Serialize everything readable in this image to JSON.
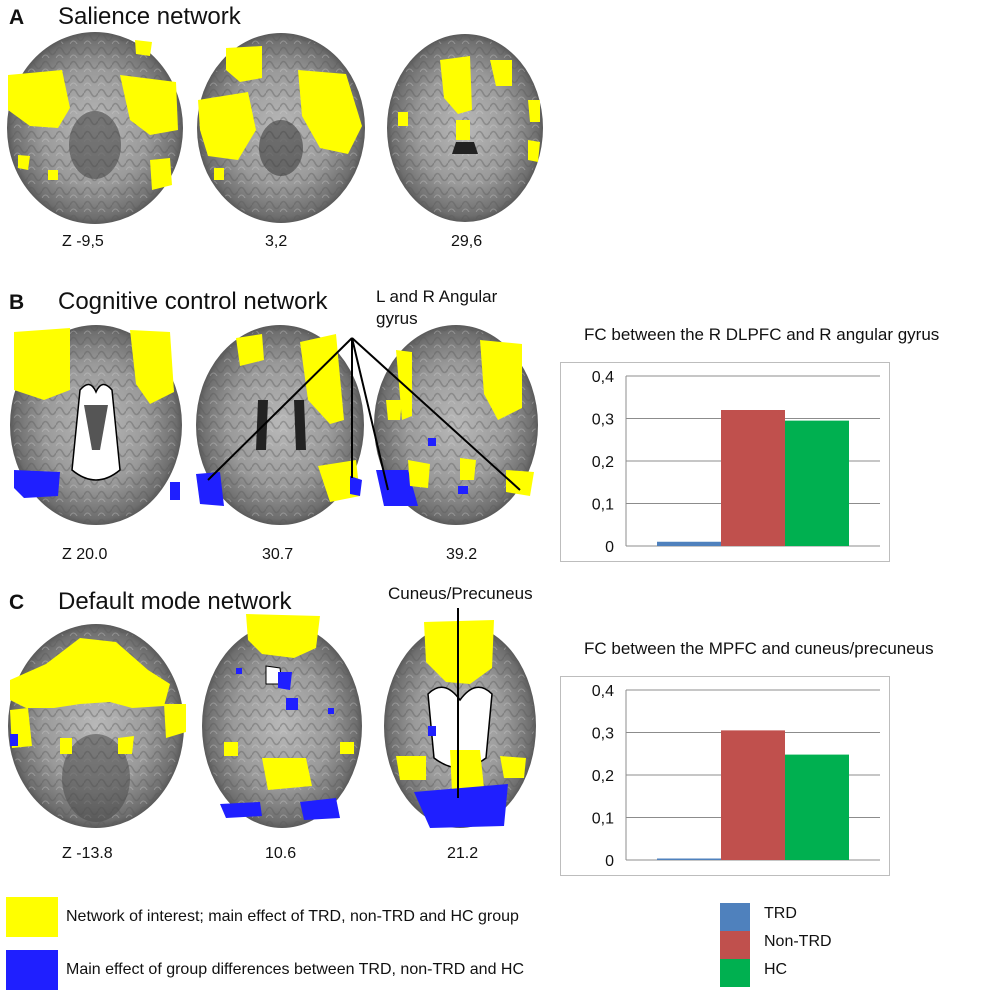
{
  "panel_a": {
    "letter": "A",
    "title": "Salience network",
    "slices": [
      "Z -9,5",
      "3,2",
      "29,6"
    ]
  },
  "panel_b": {
    "letter": "B",
    "title": "Cognitive control network",
    "annotation_line1": "L and R Angular",
    "annotation_line2": "gyrus",
    "slices": [
      "Z 20.0",
      "30.7",
      "39.2"
    ]
  },
  "panel_c": {
    "letter": "C",
    "title": "Default mode network",
    "annotation": "Cuneus/Precuneus",
    "slices": [
      "Z -13.8",
      "10.6",
      "21.2"
    ]
  },
  "colors": {
    "yellow": "#ffff00",
    "blue": "#1f1fff",
    "trd": "#4f81bd",
    "non_trd": "#c0504d",
    "hc": "#00b050"
  },
  "legend": {
    "yellow_text": "Network of interest; main effect of TRD, non-TRD and HC group",
    "blue_text": "Main effect of group differences between TRD, non-TRD and HC",
    "trd": "TRD",
    "non_trd": "Non-TRD",
    "hc": "HC"
  },
  "chart_data": [
    {
      "type": "bar",
      "title": "FC between the R DLPFC and R angular gyrus",
      "categories": [
        "TRD",
        "Non-TRD",
        "HC"
      ],
      "values": [
        0.01,
        0.32,
        0.295
      ],
      "ylim": [
        0,
        0.4
      ],
      "yticks": [
        "0",
        "0,1",
        "0,2",
        "0,3",
        "0,4"
      ],
      "grid": true
    },
    {
      "type": "bar",
      "title": "FC between the MPFC and cuneus/precuneus",
      "categories": [
        "TRD",
        "Non-TRD",
        "HC"
      ],
      "values": [
        0.002,
        0.305,
        0.248
      ],
      "ylim": [
        0,
        0.4
      ],
      "yticks": [
        "0",
        "0,1",
        "0,2",
        "0,3",
        "0,4"
      ],
      "grid": true
    }
  ]
}
